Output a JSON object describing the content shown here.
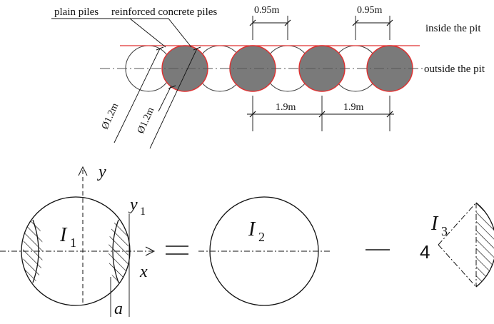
{
  "labels": {
    "plain_piles": "plain piles",
    "reinforced_piles": "reinforced concrete piles",
    "inside_pit": "inside the pit",
    "outside_pit": "outside the pit",
    "spacing_1": "0.95m",
    "spacing_2": "0.95m",
    "span_1": "1.9m",
    "span_2": "1.9m",
    "diam_plain": "Ø1.2m",
    "diam_reinforced": "Ø1.2m"
  },
  "formula": {
    "y_axis": "y",
    "x_axis": "x",
    "y1": "y",
    "y1_sub": "1",
    "i1": "I",
    "i1_sub": "1",
    "equals": "=",
    "i2": "I",
    "i2_sub": "2",
    "minus": "—",
    "i3": "I",
    "i3_sub": "3",
    "four": "4",
    "a": "a"
  },
  "colors": {
    "reinforced_fill": "#7a7a7a",
    "reinforced_stroke": "#e03030",
    "pit_line": "#e03030",
    "line": "#111111"
  }
}
